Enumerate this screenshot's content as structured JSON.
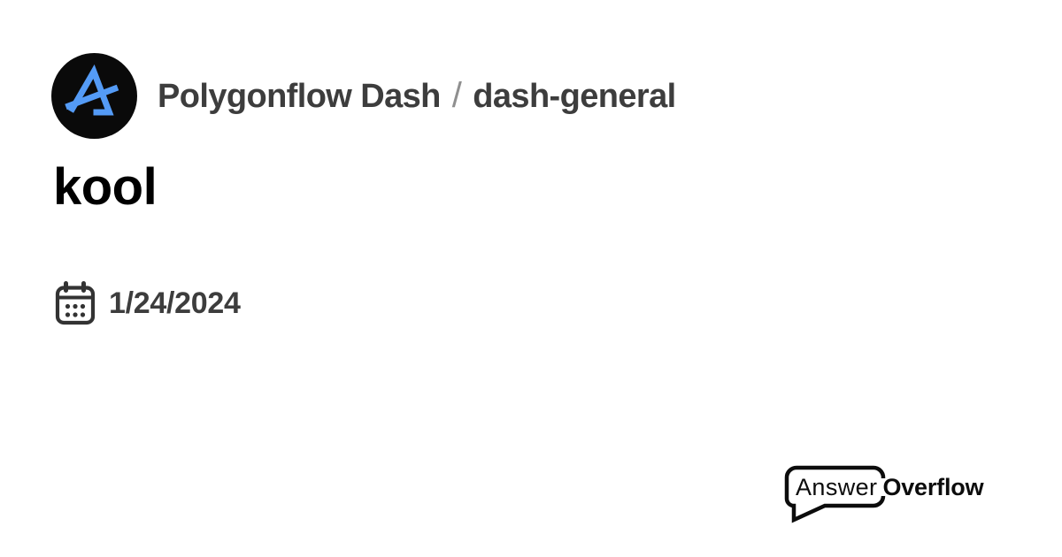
{
  "card": {
    "background_color": "#ffffff"
  },
  "header": {
    "community_name": "Polygonflow Dash",
    "separator": "/",
    "channel_name": "dash-general",
    "text_color": "#3d3d3d",
    "separator_color": "#8f8f8f",
    "avatar": {
      "icon": "polygonflow-a-logo-icon",
      "background_color": "#0a0a0a",
      "glyph_color": "#549bf6"
    }
  },
  "post": {
    "title": "kool",
    "title_color": "#000000",
    "date": "1/24/2024",
    "date_color": "#3d3d3d",
    "date_icon": "calendar-icon",
    "date_icon_color": "#333333"
  },
  "branding": {
    "name_regular": "Answer",
    "name_bold": "Overflow",
    "icon": "speech-bubble-icon",
    "color": "#0c0c0c"
  }
}
